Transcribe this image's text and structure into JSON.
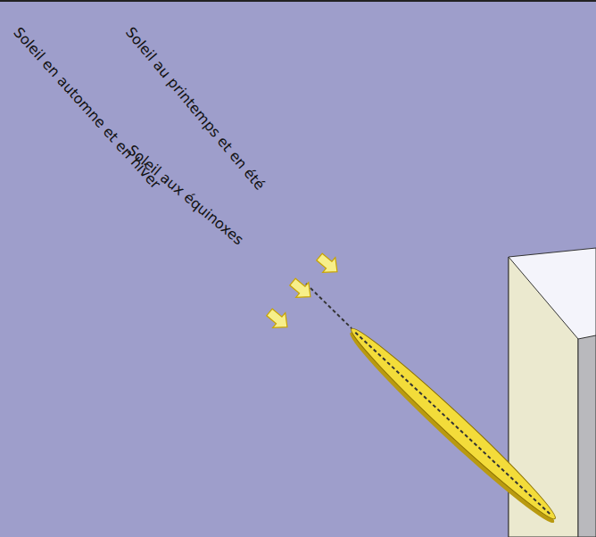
{
  "diagram": {
    "labels": [
      "Soleil au printemps et en été",
      "Soleil aux équinoxes",
      "Soleil en automne et en hiver"
    ]
  }
}
